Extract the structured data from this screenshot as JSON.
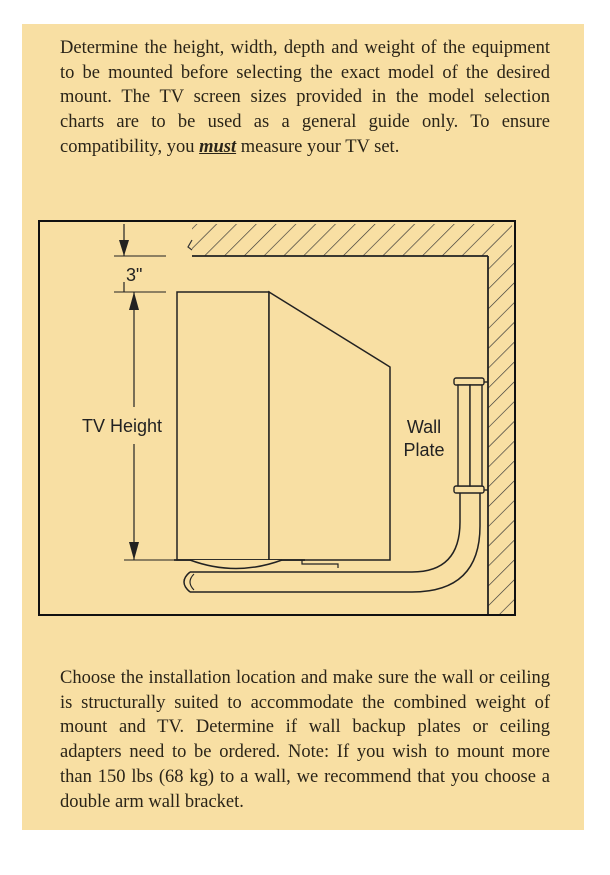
{
  "intro": {
    "before": "Determine the height, width, depth and weight of the equipment to be mounted before selecting the exact model of the desired mount. The TV screen sizes provided in the model selection charts are to be used as a general guide only. To ensure compatibility, you ",
    "emphasis": "must",
    "after": " measure your TV set."
  },
  "diagram": {
    "clearance_label": "3\"",
    "tv_height_label": "TV Height",
    "wall_plate_line1": "Wall",
    "wall_plate_line2": "Plate"
  },
  "installation": {
    "text": "Choose the installation location and make sure the wall or ceiling is structurally suited to accommodate the combined weight of mount and TV. Determine if wall backup plates or ceiling adapters need to be ordered. Note: If you wish to mount more than 150 lbs (68 kg) to a wall, we recommend that you choose a double arm wall bracket."
  },
  "colors": {
    "panel": "#f8dfa3",
    "ink": "#2a2418"
  }
}
